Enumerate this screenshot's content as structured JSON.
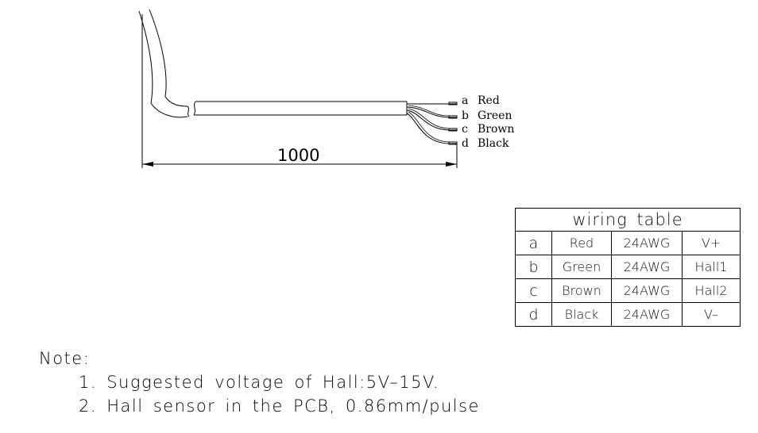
{
  "wires": [
    {
      "letter": "a",
      "color": "Red"
    },
    {
      "letter": "b",
      "color": "Green"
    },
    {
      "letter": "c",
      "color": "Brown"
    },
    {
      "letter": "d",
      "color": "Black"
    }
  ],
  "dimension": "1000",
  "table": {
    "title": "wiring  table",
    "rows": [
      [
        "a",
        "Red",
        "24AWG",
        "V+"
      ],
      [
        "b",
        "Green",
        "24AWG",
        "Hall1"
      ],
      [
        "c",
        "Brown",
        "24AWG",
        "Hall2"
      ],
      [
        "d",
        "Black",
        "24AWG",
        "V–"
      ]
    ]
  },
  "notes": {
    "heading": "Note:",
    "items": [
      "1.  Suggested  voltage  of  Hall:5V–15V.",
      "2.  Hall  sensor  in  the  PCB,  0.86mm/pulse"
    ]
  }
}
